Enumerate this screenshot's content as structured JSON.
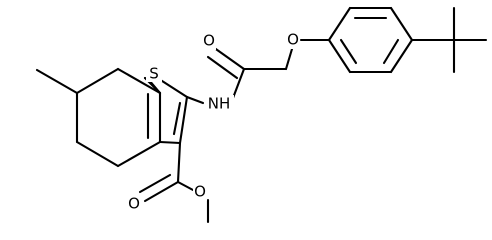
{
  "molecule": {
    "atoms": {
      "s": "S",
      "nh": "NH",
      "amide_o": "O",
      "ether_o": "O",
      "ester_o_carbonyl": "O",
      "ester_o_single": "O"
    }
  }
}
